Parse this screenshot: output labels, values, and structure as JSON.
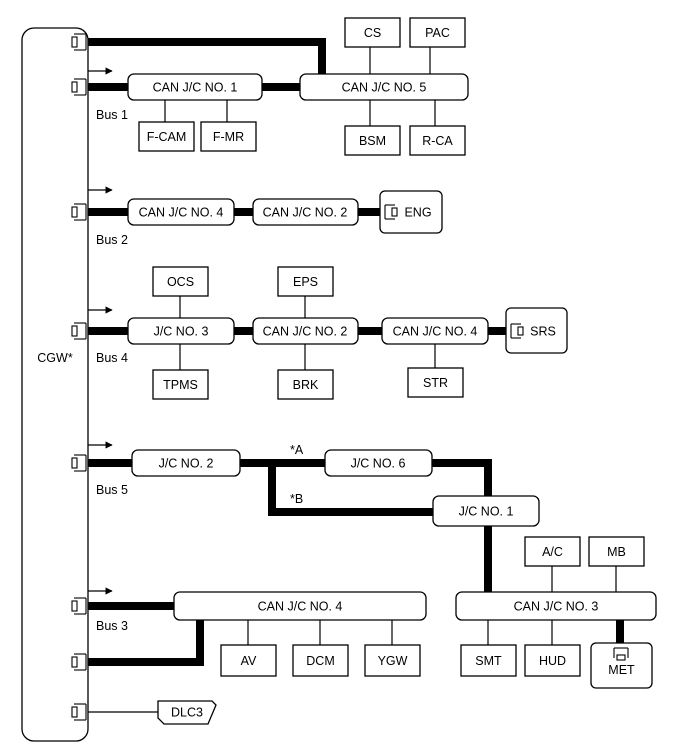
{
  "gateway": {
    "label": "CGW*"
  },
  "bus_labels": {
    "bus1": "Bus 1",
    "bus2": "Bus 2",
    "bus4": "Bus 4",
    "bus5": "Bus 5",
    "bus3": "Bus 3"
  },
  "junctions": {
    "can_jc1": "CAN J/C NO. 1",
    "can_jc5": "CAN J/C NO. 5",
    "can_jc4_bus2": "CAN J/C NO. 4",
    "can_jc2_bus2": "CAN J/C NO. 2",
    "jc3_bus4": "J/C NO. 3",
    "can_jc2_bus4": "CAN J/C NO. 2",
    "can_jc4_bus4": "CAN J/C NO. 4",
    "jc2_bus5": "J/C NO. 2",
    "jc6": "J/C NO. 6",
    "jc1": "J/C NO. 1",
    "can_jc3": "CAN J/C NO. 3",
    "can_jc4_bus3": "CAN J/C NO. 4"
  },
  "ecus": {
    "cs": "CS",
    "pac": "PAC",
    "bsm": "BSM",
    "rca": "R-CA",
    "fcam": "F-CAM",
    "fmr": "F-MR",
    "eng": "ENG",
    "ocs": "OCS",
    "eps": "EPS",
    "srs": "SRS",
    "tpms": "TPMS",
    "brk": "BRK",
    "str": "STR",
    "ac": "A/C",
    "mb": "MB",
    "smt": "SMT",
    "hud": "HUD",
    "met": "MET",
    "av": "AV",
    "dcm": "DCM",
    "ygw": "YGW",
    "dlc3": "DLC3"
  },
  "notes": {
    "a": "*A",
    "b": "*B"
  }
}
